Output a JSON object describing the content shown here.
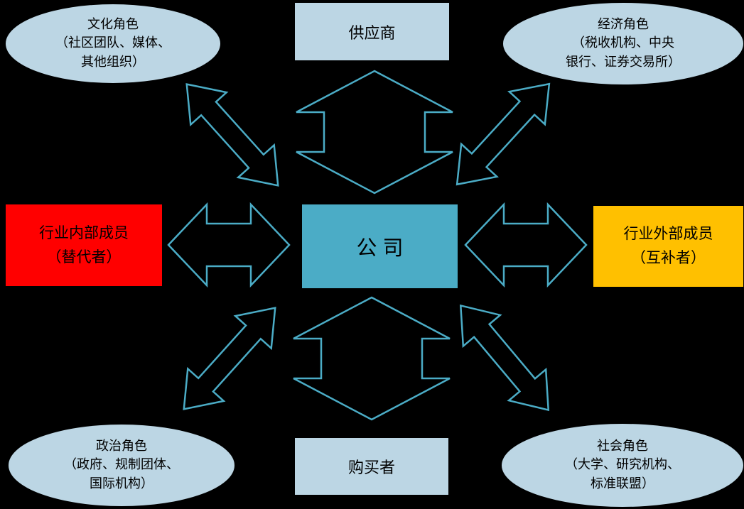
{
  "nodes": {
    "company": {
      "label": "公司"
    },
    "supplier": {
      "label": "供应商"
    },
    "buyer": {
      "label": "购买者"
    },
    "industry_internal": {
      "lines": [
        "行业内部成员",
        "（替代者）"
      ]
    },
    "industry_external": {
      "lines": [
        "行业外部成员",
        "（互补者）"
      ]
    },
    "cultural": {
      "lines": [
        "文化角色",
        "（社区团队、媒体、",
        "其他组织）"
      ]
    },
    "economic": {
      "lines": [
        "经济角色",
        "（税收机构、中央",
        "银行、证券交易所）"
      ]
    },
    "political": {
      "lines": [
        "政治角色",
        "（政府、规制团体、",
        "国际机构）"
      ]
    },
    "social": {
      "lines": [
        "社会角色",
        "（大学、研究机构、",
        "标准联盟）"
      ]
    }
  },
  "colors": {
    "background": "#000000",
    "center_fill": "#4bacc6",
    "light_fill": "#bcd6e4",
    "internal_fill": "#ff0000",
    "external_fill": "#ffc000",
    "arrow_stroke": "#4bacc6",
    "text": "#000000"
  }
}
